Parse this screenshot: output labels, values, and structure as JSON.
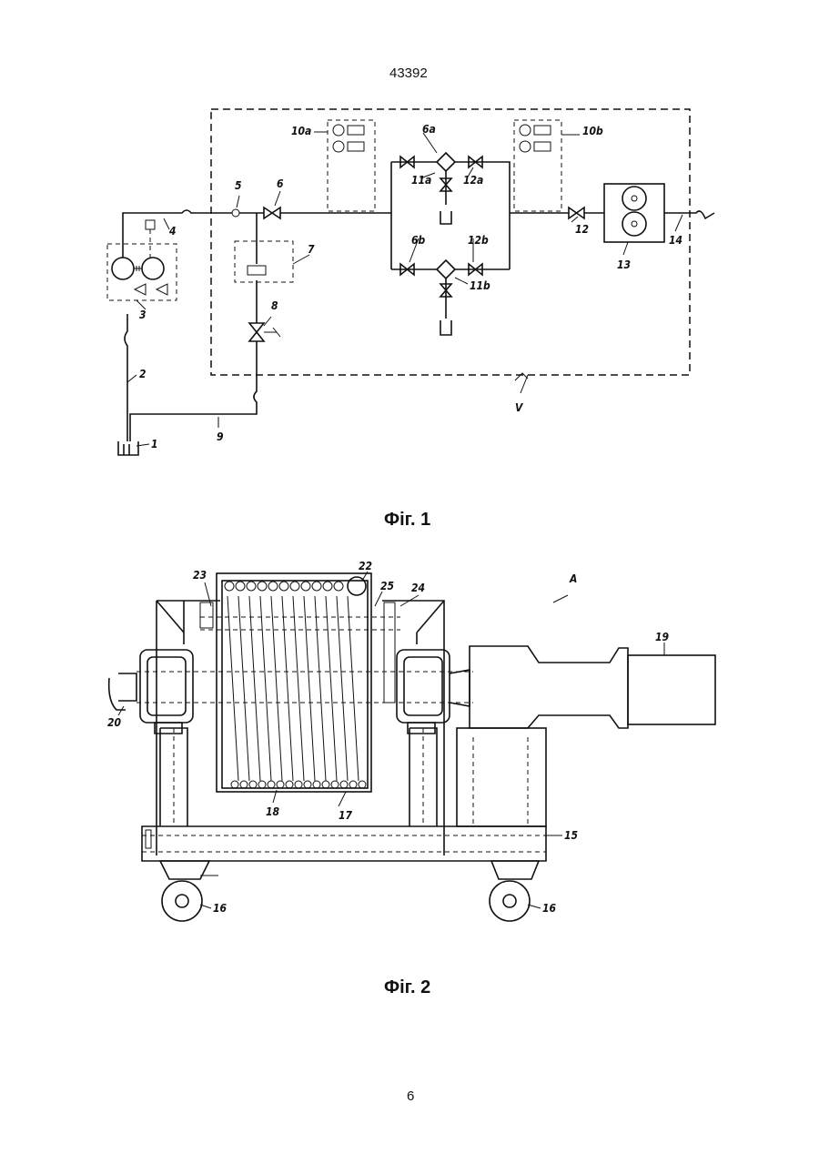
{
  "header": {
    "patent_number": "43392"
  },
  "figure1": {
    "caption": "Фіг. 1",
    "labels": {
      "l1": "1",
      "l2": "2",
      "l3": "3",
      "l4": "4",
      "l5": "5",
      "l6": "6",
      "l7": "7",
      "l8": "8",
      "l9": "9",
      "l10a": "10a",
      "l10b": "10b",
      "l6a": "6a",
      "l6b": "6b",
      "l11a": "11a",
      "l11b": "11b",
      "l12a": "12a",
      "l12b": "12b",
      "l12": "12",
      "l13": "13",
      "l14": "14",
      "lV": "V"
    }
  },
  "figure2": {
    "caption": "Фіг. 2",
    "labels": {
      "lA": "A",
      "l15": "15",
      "l16a": "16",
      "l16b": "16",
      "l17": "17",
      "l18": "18",
      "l19": "19",
      "l20": "20",
      "l22": "22",
      "l23": "23",
      "l24": "24",
      "l25": "25"
    }
  },
  "footer": {
    "page_number": "6"
  }
}
